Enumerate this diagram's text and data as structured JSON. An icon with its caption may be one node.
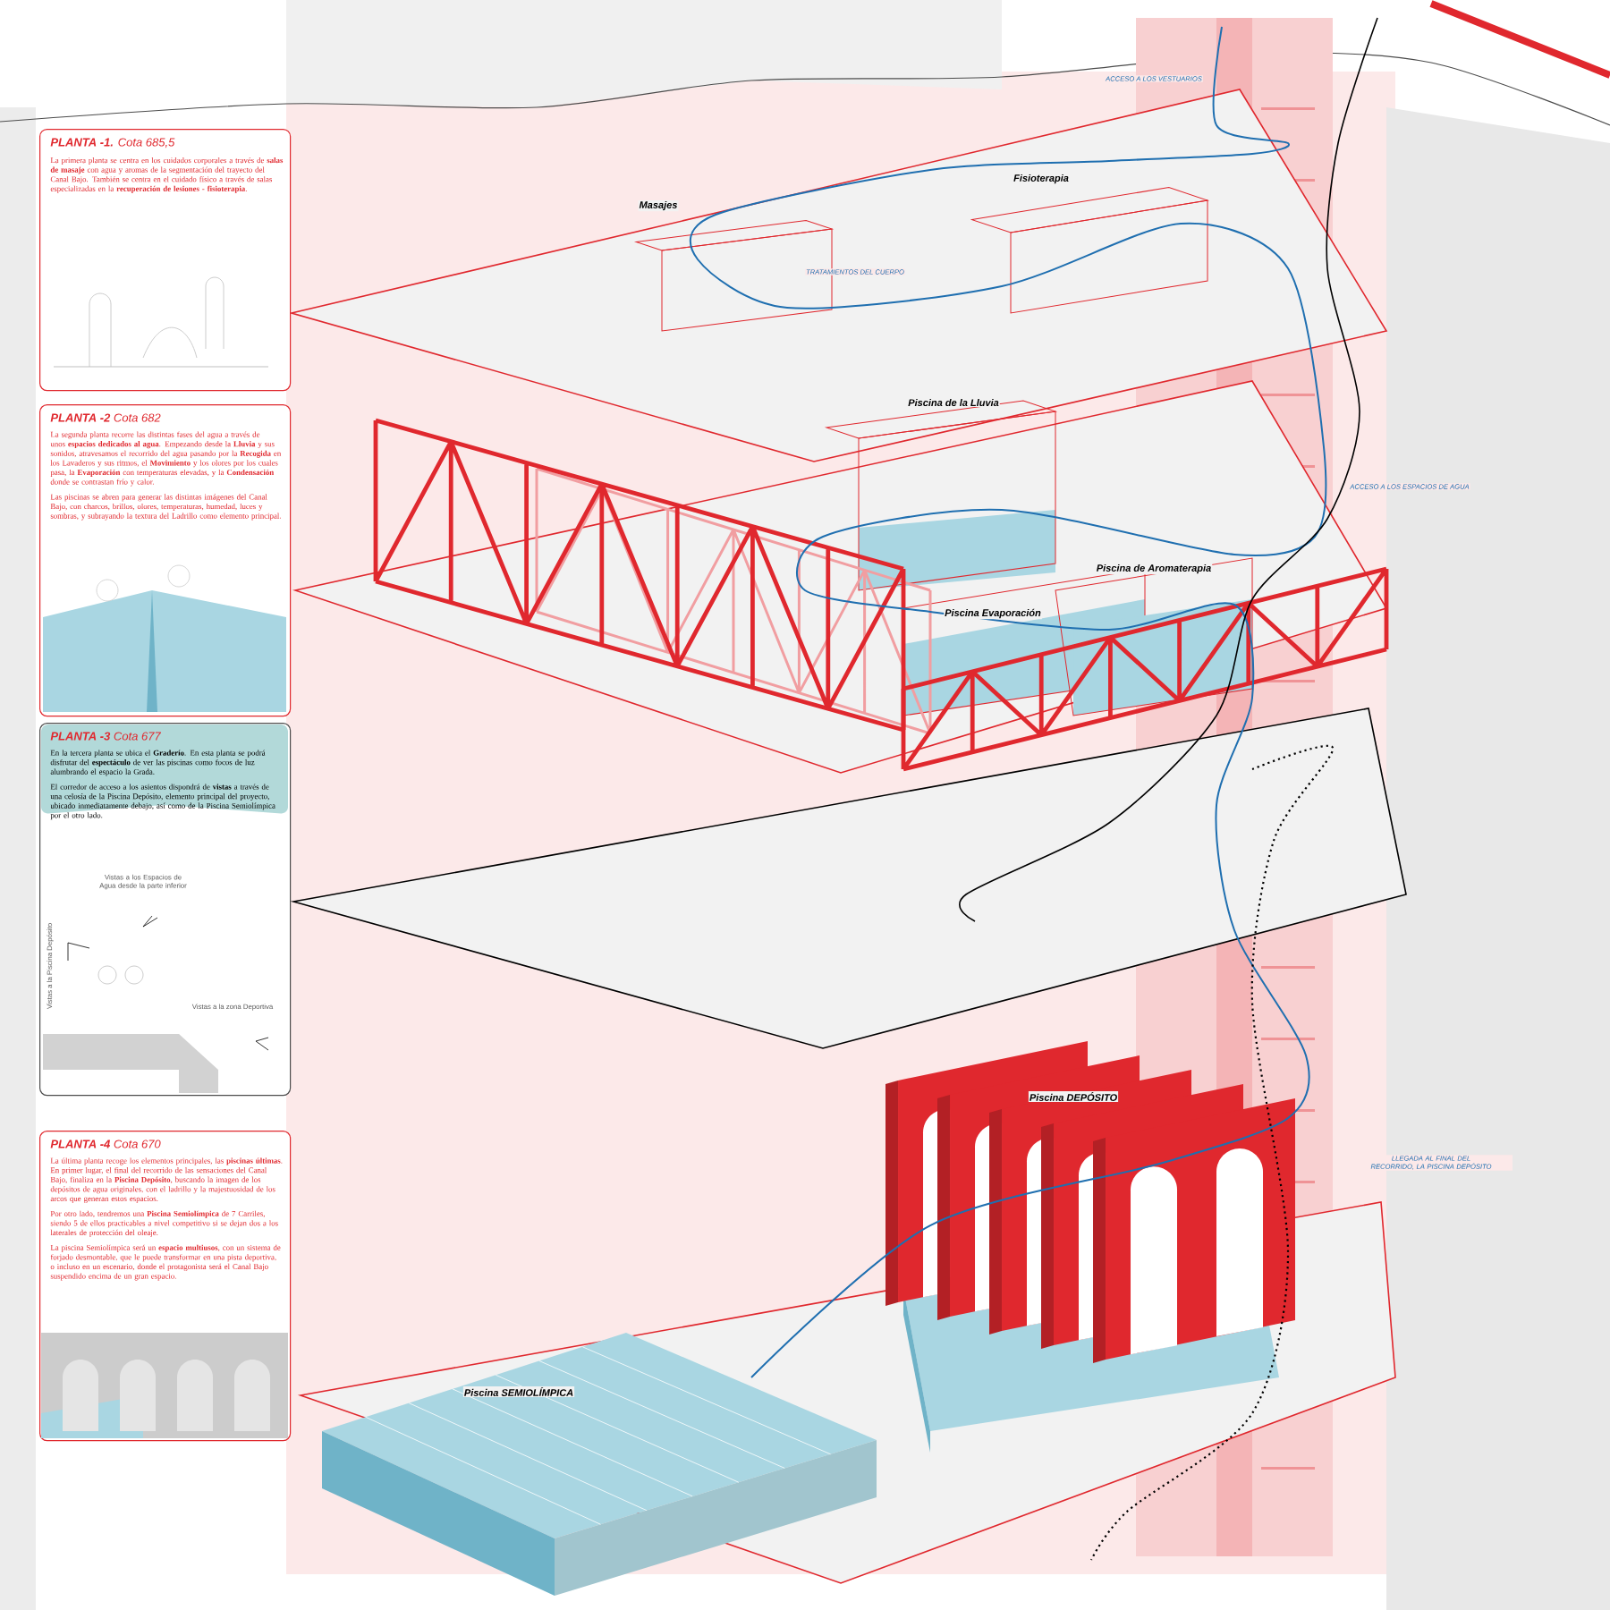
{
  "diagram": {
    "nodes": [
      {
        "text": [
          "**PLANTA -1.** Cota 685,5",
          "La primera planta se centra en los cuidados corporales a través de **salas de masaje** con agua y aromas de la segmentación del trayecto del Canal Bajo. También se centra en el cuidado físico a través de salas especializadas en la **recuperación de lesiones - fisioterapia**."
        ]
      },
      {
        "text": [
          "**PLANTA -2** Cota 682",
          "La segunda planta recorre las distintas fases del agua a través de unos **espacios dedicados al agua**. Empezando desde la **Lluvia** y sus sonidos, atravesamos el recorrido del agua pasando por la **Recogida** en los Lavaderos y sus ritmos, el **Movimiento** y los olores por los cuales pasa, la **Evaporación** con temperaturas elevadas, y la **Condensación** donde se contrastan frío y calor.",
          "Las piscinas se abren para generar las distintas imágenes del Canal Bajo, con charcos, brillos, olores, temperaturas, humedad, luces y sombras, y subrayando la textura del Ladrillo como elemento principal."
        ]
      },
      {
        "text": [
          "**PLANTA -3** Cota 677",
          "En la tercera planta se ubica el **Graderío**. En esta planta se podrá disfrutar del **espectáculo** de ver las piscinas como focos de luz alumbrando el espacio la Grada.",
          "El corredor de acceso a los asientos dispondrá de **vistas** a través de una celosía de la Piscina Depósito, elemento principal del proyecto, ubicado inmediatamente debajo, así como de la Piscina Semiolímpica por el otro lado."
        ]
      },
      {
        "text": [
          "**PLANTA -4** Cota 670",
          "La última planta recoge los elementos principales, las **piscinas últimas**. En primer lugar, el final del recorrido de las sensaciones del Canal Bajo, finaliza en la **Piscina Depósito**, buscando la imagen de los depósitos de agua originales, con el ladrillo y la majestuosidad de los arcos que generan estos espacios.",
          "Por otro lado, tendremos una **Piscina Semiolímpica** de 7 Carriles, siendo 5 de ellos practicables a nivel competitivo si se dejan dos a los laterales de protección del oleaje.",
          "La piscina Semiolímpica será un **espacio multiusos**, con un sistema de forjado desmontable, que le puede transformar en una pista deportiva, o incluso en un escenario, donde el protagonista será el Canal Bajo suspendido encima de un gran espacio."
        ]
      }
    ],
    "labels": [
      "ACCESO A LOS VESTUARIOS",
      "Fisioterapia",
      "Masajes",
      "TRATAMIENTOS DEL CUERPO",
      "Piscina de la Lluvia",
      "ACCESO A LOS ESPACIOS DE AGUA",
      "Piscina de Aromaterapia",
      "Piscina Evaporación",
      "Vistas a los Espacios de Agua desde la parte inferior",
      "Vistas a la Piscina Depósito",
      "Vistas a la zona Deportiva",
      "Piscina DEPÓSITO",
      "LLEGADA AL FINAL DEL RECORRIDO, LA PISCINA DEPÓSITO",
      "Piscina SEMIOLÍMPICA"
    ]
  }
}
